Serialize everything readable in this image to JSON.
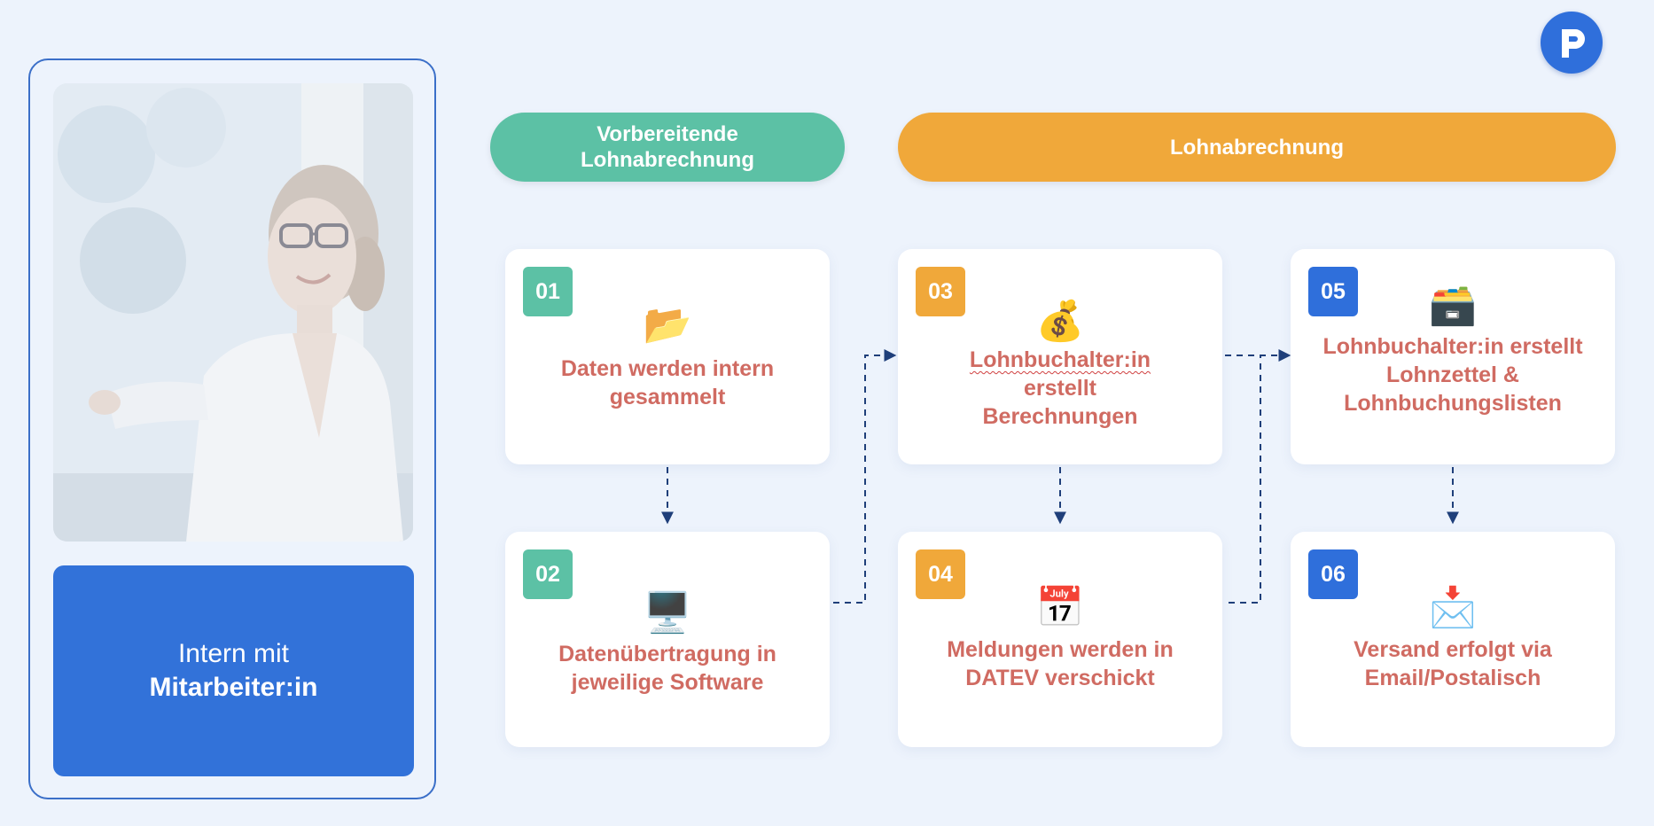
{
  "logo": {
    "name": "p-logo-icon"
  },
  "left_panel": {
    "photo": "woman-with-glasses-photo",
    "line1": "Intern mit",
    "line2": "Mitarbeiter:in"
  },
  "headers": {
    "prep_line1": "Vorbereitende",
    "prep_line2": "Lohnabrechnung",
    "main": "Lohnabrechnung"
  },
  "steps": [
    {
      "number": "01",
      "icon": "folder-icon",
      "glyph": "📂",
      "lines": [
        "Daten werden intern",
        "gesammelt"
      ]
    },
    {
      "number": "02",
      "icon": "computer-icon",
      "glyph": "🖥️",
      "lines": [
        "Datenübertragung in",
        "jeweilige Software"
      ]
    },
    {
      "number": "03",
      "icon": "money-bag-icon",
      "glyph": "💰",
      "lines": [
        "Lohnbuchalter:in",
        "erstellt",
        "Berechnungen"
      ]
    },
    {
      "number": "04",
      "icon": "calendar-icon",
      "glyph": "📅",
      "lines": [
        "Meldungen werden in",
        "DATEV verschickt"
      ]
    },
    {
      "number": "05",
      "icon": "card-file-box-icon",
      "glyph": "🗃️",
      "lines": [
        "Lohnbuchalter:in erstellt",
        "Lohnzettel &",
        "Lohnbuchungslisten"
      ]
    },
    {
      "number": "06",
      "icon": "envelope-arrow-icon",
      "glyph": "📩",
      "lines": [
        "Versand erfolgt via",
        "Email/Postalisch"
      ]
    }
  ],
  "colors": {
    "green": "#5cc1a5",
    "orange": "#f0a83a",
    "blue": "#2f6fdb",
    "text": "#d06b62",
    "connector": "#1f3f7a"
  }
}
